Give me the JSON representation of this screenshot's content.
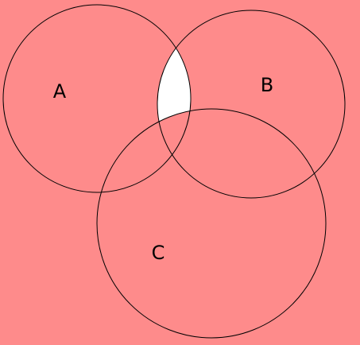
{
  "colors": {
    "background": "#fe8b8b",
    "shaded_region": "#fe8b8b",
    "unshaded_region": "#ffffff",
    "outline": "#000000",
    "label": "#000000"
  },
  "sets": [
    {
      "name": "A"
    },
    {
      "name": "B"
    },
    {
      "name": "C"
    }
  ],
  "unshaded_region_description": "A ∩ B outside C"
}
